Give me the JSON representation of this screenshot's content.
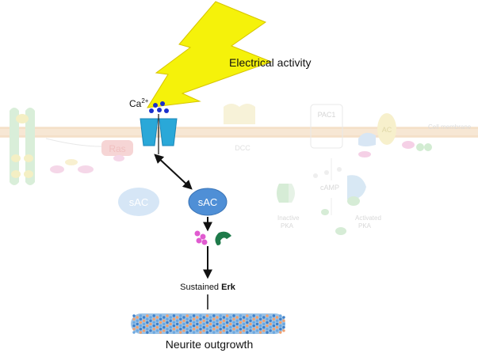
{
  "labels": {
    "electrical_activity": "Electrical activity",
    "calcium_base": "Ca",
    "calcium_charge": "2+",
    "sac_main": "sAC",
    "sac_faded": "sAC",
    "ras": "Ras",
    "dcc": "DCC",
    "pac1": "PAC1",
    "ac": "AC",
    "cell_membrane": "Cell membrane",
    "camp": "cAMP",
    "inactive_pka_line1": "Inactive",
    "inactive_pka_line2": "PKA",
    "activated_pka_line1": "Activated",
    "activated_pka_line2": "PKA",
    "sustained_erk_prefix": "Sustained ",
    "sustained_erk_bold": "Erk",
    "neurite_outgrowth": "Neurite outgrowth"
  },
  "colors": {
    "lightning": "#f5f20a",
    "channel": "#2aa8d8",
    "sac": "#4f8fd6",
    "calcium_dots": "#1a2fcc",
    "pka_pink": "#e05bd0",
    "pka_green": "#1e7a4a",
    "membrane": "#f3dcc0",
    "faded_blue": "#d4e5f7",
    "faded_green": "#cfe8cf",
    "faded_pink": "#f5d0e6",
    "faded_yellow": "#f7f0c8",
    "faded_text": "#d8d8d8"
  }
}
